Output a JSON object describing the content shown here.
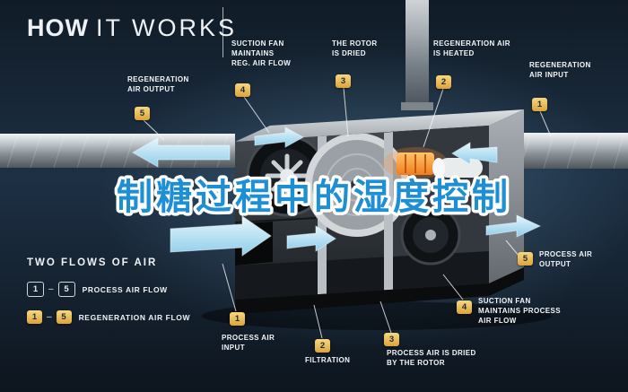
{
  "title": {
    "bold": "HOW",
    "light": "IT WORKS"
  },
  "overlay": {
    "text": "制糖过程中的湿度控制",
    "color": "#1e8fd5"
  },
  "callouts": [
    {
      "num": "5",
      "label": "REGENERATION AIR OUTPUT"
    },
    {
      "num": "4",
      "label": "SUCTION FAN MAINTAINS REG. AIR FLOW"
    },
    {
      "num": "3",
      "label": "THE ROTOR IS DRIED"
    },
    {
      "num": "2",
      "label": "REGENERATION AIR IS HEATED"
    },
    {
      "num": "1",
      "label": "REGENERATION AIR INPUT"
    },
    {
      "num": "5",
      "label": "PROCESS AIR OUTPUT"
    },
    {
      "num": "4",
      "label": "SUCTION FAN MAINTAINS PROCESS AIR FLOW"
    },
    {
      "num": "3",
      "label": "PROCESS AIR IS DRIED BY THE ROTOR"
    },
    {
      "num": "2",
      "label": "FILTRATION"
    },
    {
      "num": "1",
      "label": "PROCESS AIR INPUT"
    }
  ],
  "legend": {
    "heading": "TWO FLOWS OF AIR",
    "separator": "–",
    "rows": [
      {
        "from": "1",
        "to": "5",
        "label": "PROCESS AIR FLOW"
      },
      {
        "from": "1",
        "to": "5",
        "label": "REGENERATION AIR FLOW"
      }
    ]
  },
  "colors": {
    "background": "#16242f",
    "accent_gold": "#e9b94d",
    "flow_blue": "#a9dcf2",
    "overlay_blue": "#1e8fd5"
  }
}
